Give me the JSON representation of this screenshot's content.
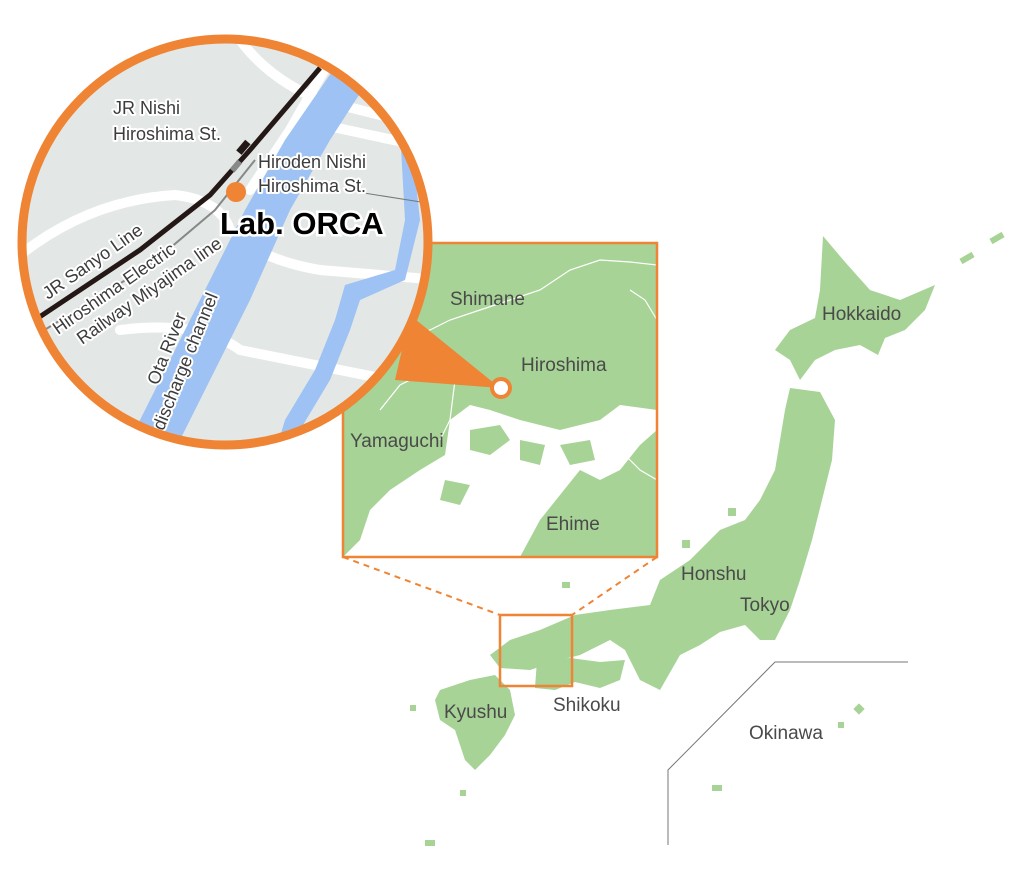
{
  "colors": {
    "accent": "#EE8434",
    "land": "#A7D396",
    "street_bg": "#E3E7E5",
    "river": "#9DC2F3",
    "rail": "#231815"
  },
  "detail_map": {
    "lab_label": "Lab. ORCA",
    "jr_station": [
      "JR Nishi",
      "Hiroshima St."
    ],
    "hiroden_station": [
      "Hiroden Nishi",
      "Hiroshima St."
    ],
    "jr_line": "JR Sanyo Line",
    "hiroden_line": [
      "Hiroshima Electric",
      "Railway Miyajima line"
    ],
    "river": [
      "Ota River",
      "discharge channel"
    ]
  },
  "region_map": {
    "labels": [
      "Shimane",
      "Hiroshima",
      "Yamaguchi",
      "Ehime"
    ]
  },
  "japan_map": {
    "labels": [
      "Hokkaido",
      "Honshu",
      "Tokyo",
      "Kyushu",
      "Shikoku",
      "Okinawa"
    ]
  }
}
